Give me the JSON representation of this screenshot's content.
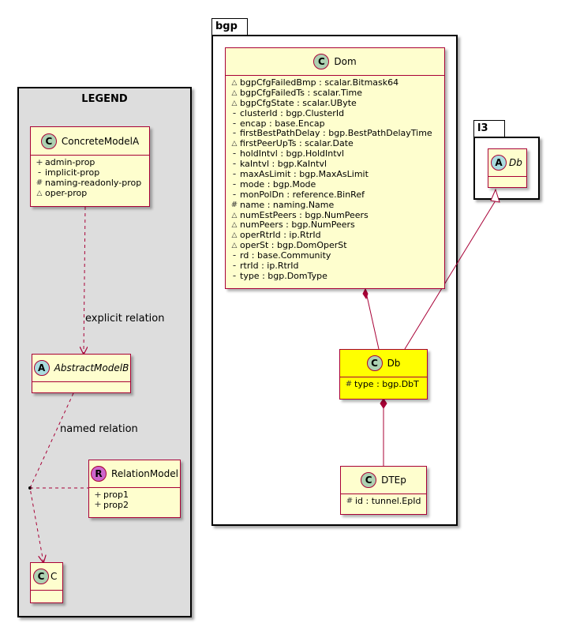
{
  "legend": {
    "title": "LEGEND",
    "concrete": {
      "stereotype": "C",
      "name": "ConcreteModelA",
      "attributes": [
        {
          "vis": "plus",
          "text": "admin-prop"
        },
        {
          "vis": "minus",
          "text": "implicit-prop"
        },
        {
          "vis": "hash",
          "text": "naming-readonly-prop"
        },
        {
          "vis": "tri",
          "text": "oper-prop"
        }
      ]
    },
    "abstract": {
      "stereotype": "A",
      "name": "AbstractModelB"
    },
    "relation_model": {
      "stereotype": "R",
      "name": "RelationModel",
      "attributes": [
        {
          "vis": "plus",
          "text": "prop1"
        },
        {
          "vis": "plus",
          "text": "prop2"
        }
      ]
    },
    "c": {
      "stereotype": "C",
      "name": "C"
    },
    "explicit_relation_label": "explicit relation",
    "named_relation_label": "named relation"
  },
  "bgp": {
    "package_name": "bgp",
    "dom": {
      "stereotype": "C",
      "name": "Dom",
      "attributes": [
        {
          "vis": "tri",
          "text": "bgpCfgFailedBmp : scalar.Bitmask64"
        },
        {
          "vis": "tri",
          "text": "bgpCfgFailedTs : scalar.Time"
        },
        {
          "vis": "tri",
          "text": "bgpCfgState : scalar.UByte"
        },
        {
          "vis": "minus",
          "text": "clusterId : bgp.ClusterId"
        },
        {
          "vis": "minus",
          "text": "encap : base.Encap"
        },
        {
          "vis": "minus",
          "text": "firstBestPathDelay : bgp.BestPathDelayTime"
        },
        {
          "vis": "tri",
          "text": "firstPeerUpTs : scalar.Date"
        },
        {
          "vis": "minus",
          "text": "holdIntvl : bgp.HoldIntvl"
        },
        {
          "vis": "minus",
          "text": "kaIntvl : bgp.KaIntvl"
        },
        {
          "vis": "minus",
          "text": "maxAsLimit : bgp.MaxAsLimit"
        },
        {
          "vis": "minus",
          "text": "mode : bgp.Mode"
        },
        {
          "vis": "minus",
          "text": "monPolDn : reference.BinRef"
        },
        {
          "vis": "hash",
          "text": "name : naming.Name"
        },
        {
          "vis": "tri",
          "text": "numEstPeers : bgp.NumPeers"
        },
        {
          "vis": "tri",
          "text": "numPeers : bgp.NumPeers"
        },
        {
          "vis": "tri",
          "text": "operRtrId : ip.RtrId"
        },
        {
          "vis": "tri",
          "text": "operSt : bgp.DomOperSt"
        },
        {
          "vis": "minus",
          "text": "rd : base.Community"
        },
        {
          "vis": "minus",
          "text": "rtrId : ip.RtrId"
        },
        {
          "vis": "minus",
          "text": "type : bgp.DomType"
        }
      ]
    },
    "db": {
      "stereotype": "C",
      "name": "Db",
      "attributes": [
        {
          "vis": "hash",
          "text": "type : bgp.DbT"
        }
      ]
    },
    "dtep": {
      "stereotype": "C",
      "name": "DTEp",
      "attributes": [
        {
          "vis": "hash",
          "text": "id : tunnel.EpId"
        }
      ]
    }
  },
  "l3": {
    "package_name": "l3",
    "db": {
      "stereotype": "A",
      "name": "Db"
    }
  },
  "colors": {
    "class_fill": "#fefece",
    "class_border": "#a80036",
    "highlight_fill": "#ffff00",
    "legend_fill": "#dddddd",
    "badge_class": "#add1b2",
    "badge_abstract": "#a9dcdf",
    "badge_relation": "#cc66cc"
  }
}
